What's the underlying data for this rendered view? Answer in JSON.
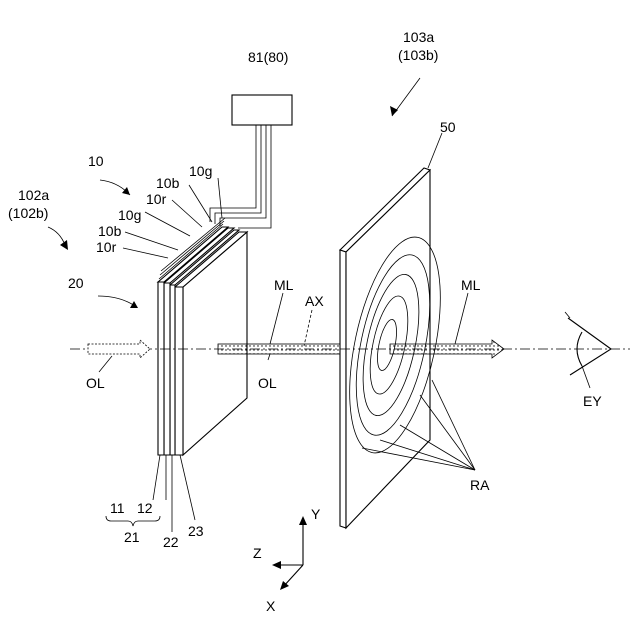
{
  "labels": {
    "controller": "81(80)",
    "device_a": "103a",
    "device_b": "(103b)",
    "stack": "10",
    "optic_a": "102a",
    "optic_b": "(102b)",
    "layer_10g_top": "10g",
    "layer_10b_top": "10b",
    "layer_10r_top": "10r",
    "layer_10g": "10g",
    "layer_10b": "10b",
    "layer_10r": "10r",
    "assembly": "20",
    "lens": "50",
    "ml_mid": "ML",
    "ml_right": "ML",
    "ax": "AX",
    "ol_left": "OL",
    "ol_mid": "OL",
    "ey": "EY",
    "ra": "RA",
    "n11": "11",
    "n12": "12",
    "n21": "21",
    "n22": "22",
    "n23": "23",
    "axis_y": "Y",
    "axis_z": "Z",
    "axis_x": "X"
  }
}
